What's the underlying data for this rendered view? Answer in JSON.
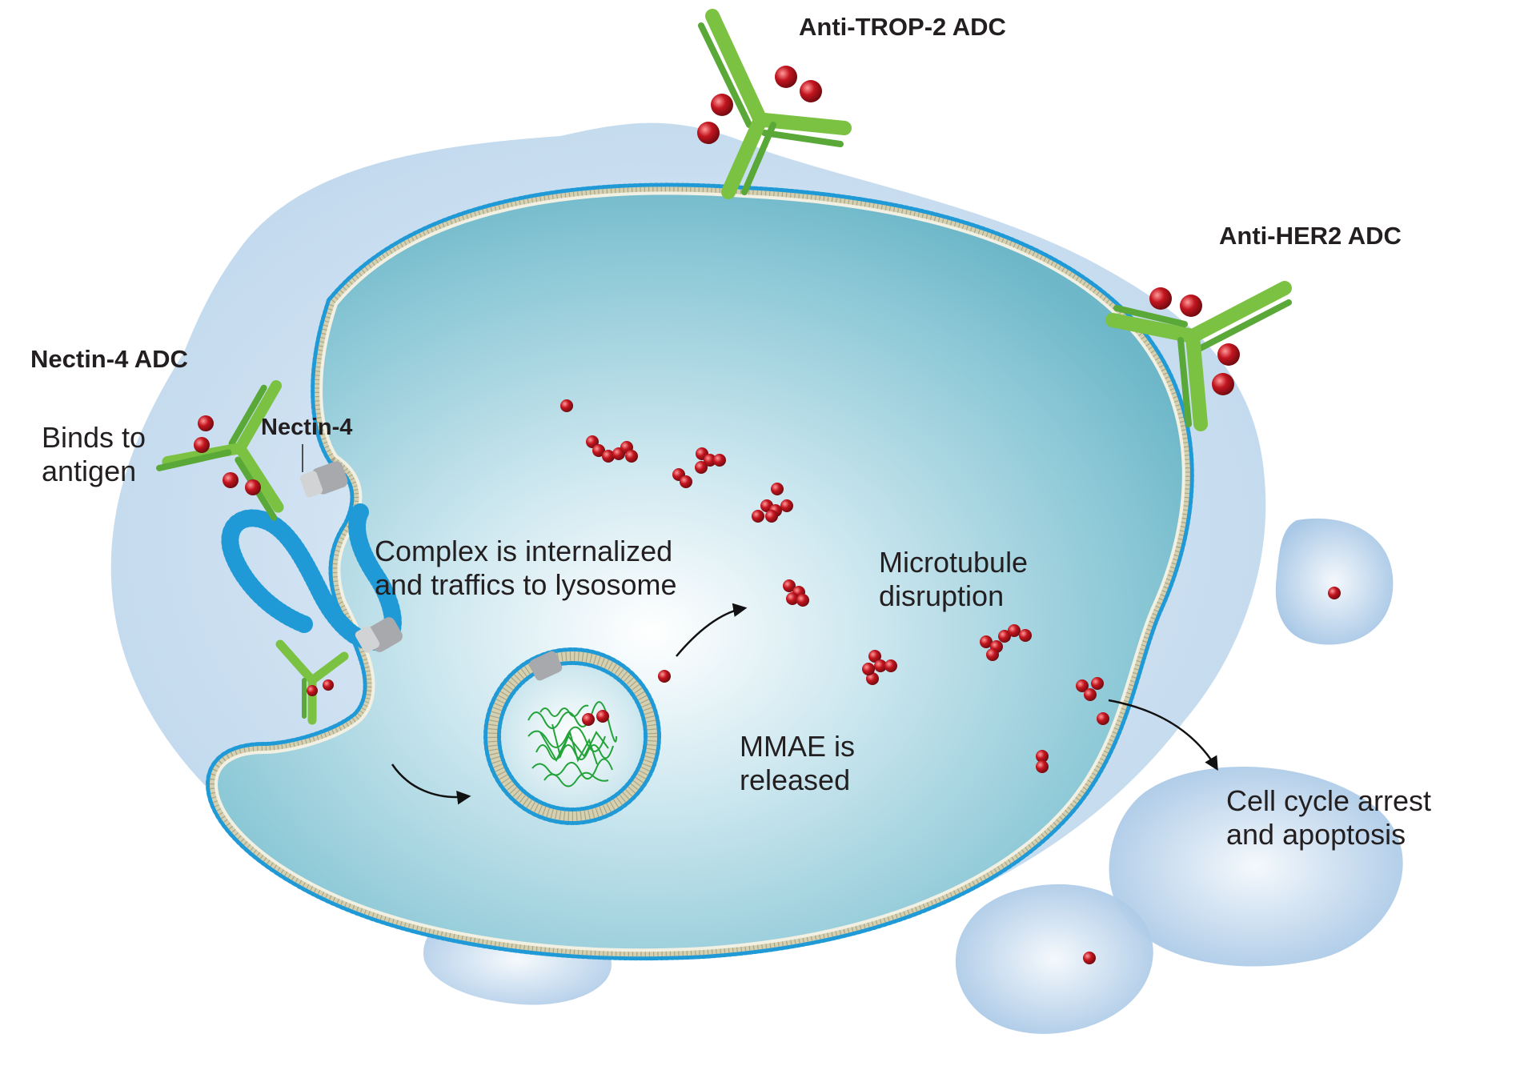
{
  "labels": {
    "anti_trop2": "Anti-TROP-2 ADC",
    "anti_her2": "Anti-HER2 ADC",
    "nectin4_adc": "Nectin-4 ADC",
    "nectin4": "Nectin-4",
    "binds_line1": "Binds to",
    "binds_line2": "antigen",
    "complex_line1": "Complex is internalized",
    "complex_line2": "and traffics to lysosome",
    "microtubule_line1": "Microtubule",
    "microtubule_line2": "disruption",
    "mmae_line1": "MMAE is",
    "mmae_line2": "released",
    "arrest_line1": "Cell cycle arrest",
    "arrest_line2": "and apoptosis"
  },
  "colors": {
    "antibody_green": "#7cc242",
    "antibody_dark": "#4e9a2c",
    "payload_red": "#b3121b",
    "membrane_blue": "#1f9ad6",
    "membrane_core": "#c9c6a6",
    "cell_fill": "#7fc3d2",
    "outer_cell": "#c6dcef",
    "lysosome_green": "#23a33a",
    "receptor_grey": "#a7a9ac"
  }
}
